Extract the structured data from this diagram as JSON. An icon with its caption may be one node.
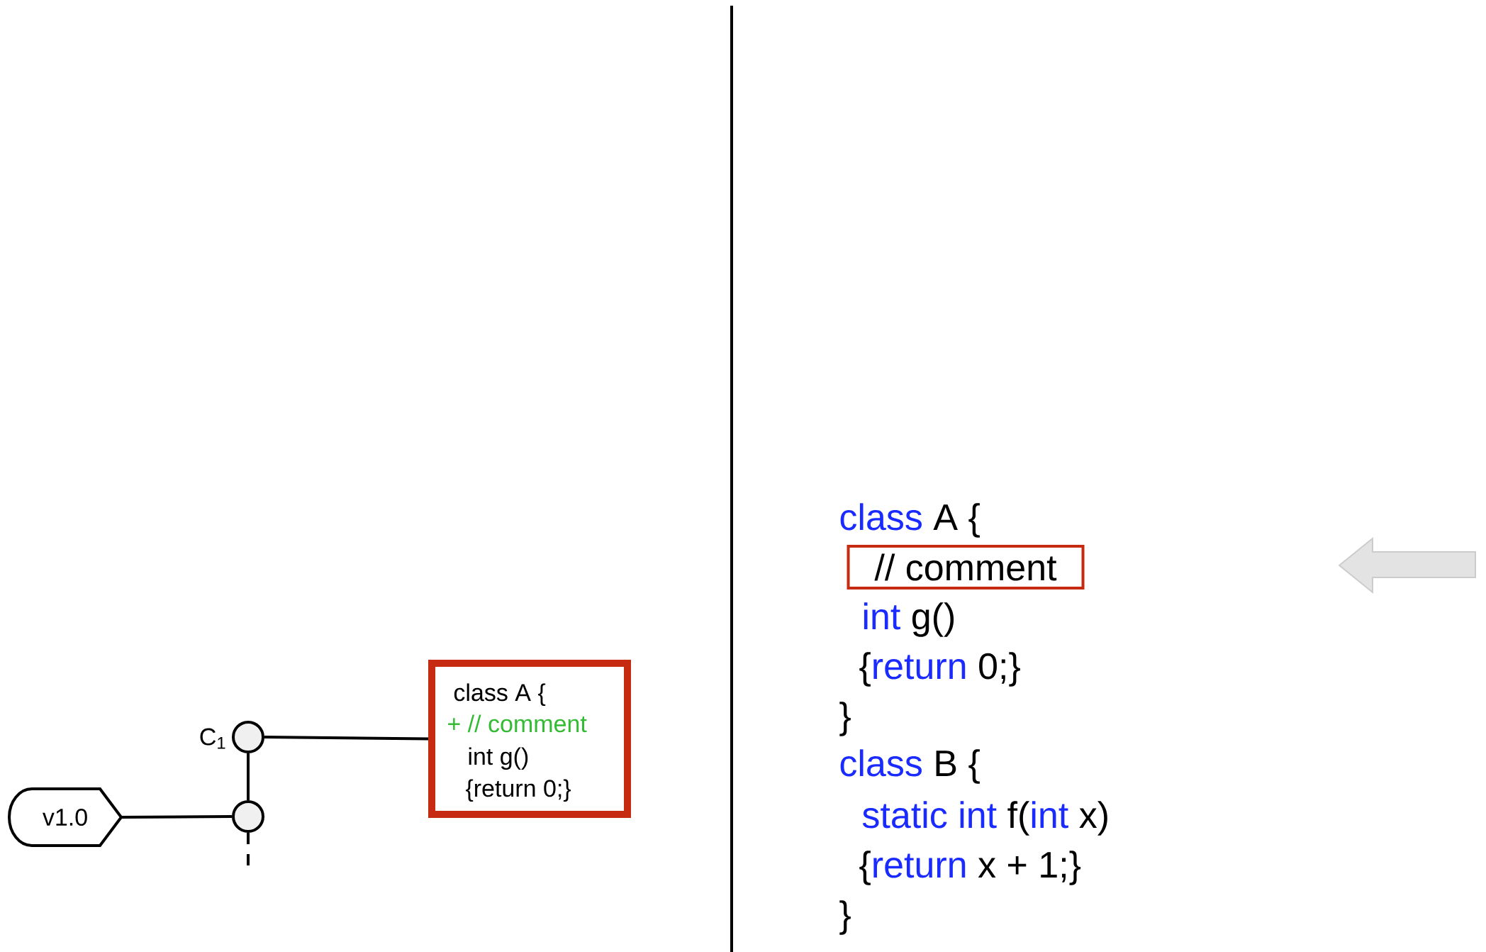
{
  "diagram": {
    "nodes": [
      {
        "text": [
          "v1.0"
        ]
      },
      {
        "text": [],
        "shape": "circle",
        "beside": [
          "C$_{1}$"
        ]
      },
      {
        "text": [],
        "shape": "circle"
      },
      {
        "text": [
          "class A {",
          "+ // comment",
          "int g()",
          "{return 0;}"
        ]
      },
      {
        "text": [
          "// comment"
        ]
      }
    ],
    "edges": [
      {
        "from": 1,
        "to": 3,
        "arrow": "none"
      },
      {
        "from": 1,
        "to": 2,
        "arrow": "none"
      },
      {
        "from": 0,
        "to": 2,
        "arrow": "none"
      },
      {
        "from": 2,
        "to": null,
        "arrow": "none",
        "style": "dashed"
      }
    ],
    "labels": [
      "class",
      "A {",
      "int",
      "g()",
      "{",
      "return",
      "0;}",
      "}",
      "class",
      "B {",
      "static int",
      "f(",
      "int",
      "x)",
      "{",
      "return",
      "x + 1;}",
      "}"
    ]
  }
}
